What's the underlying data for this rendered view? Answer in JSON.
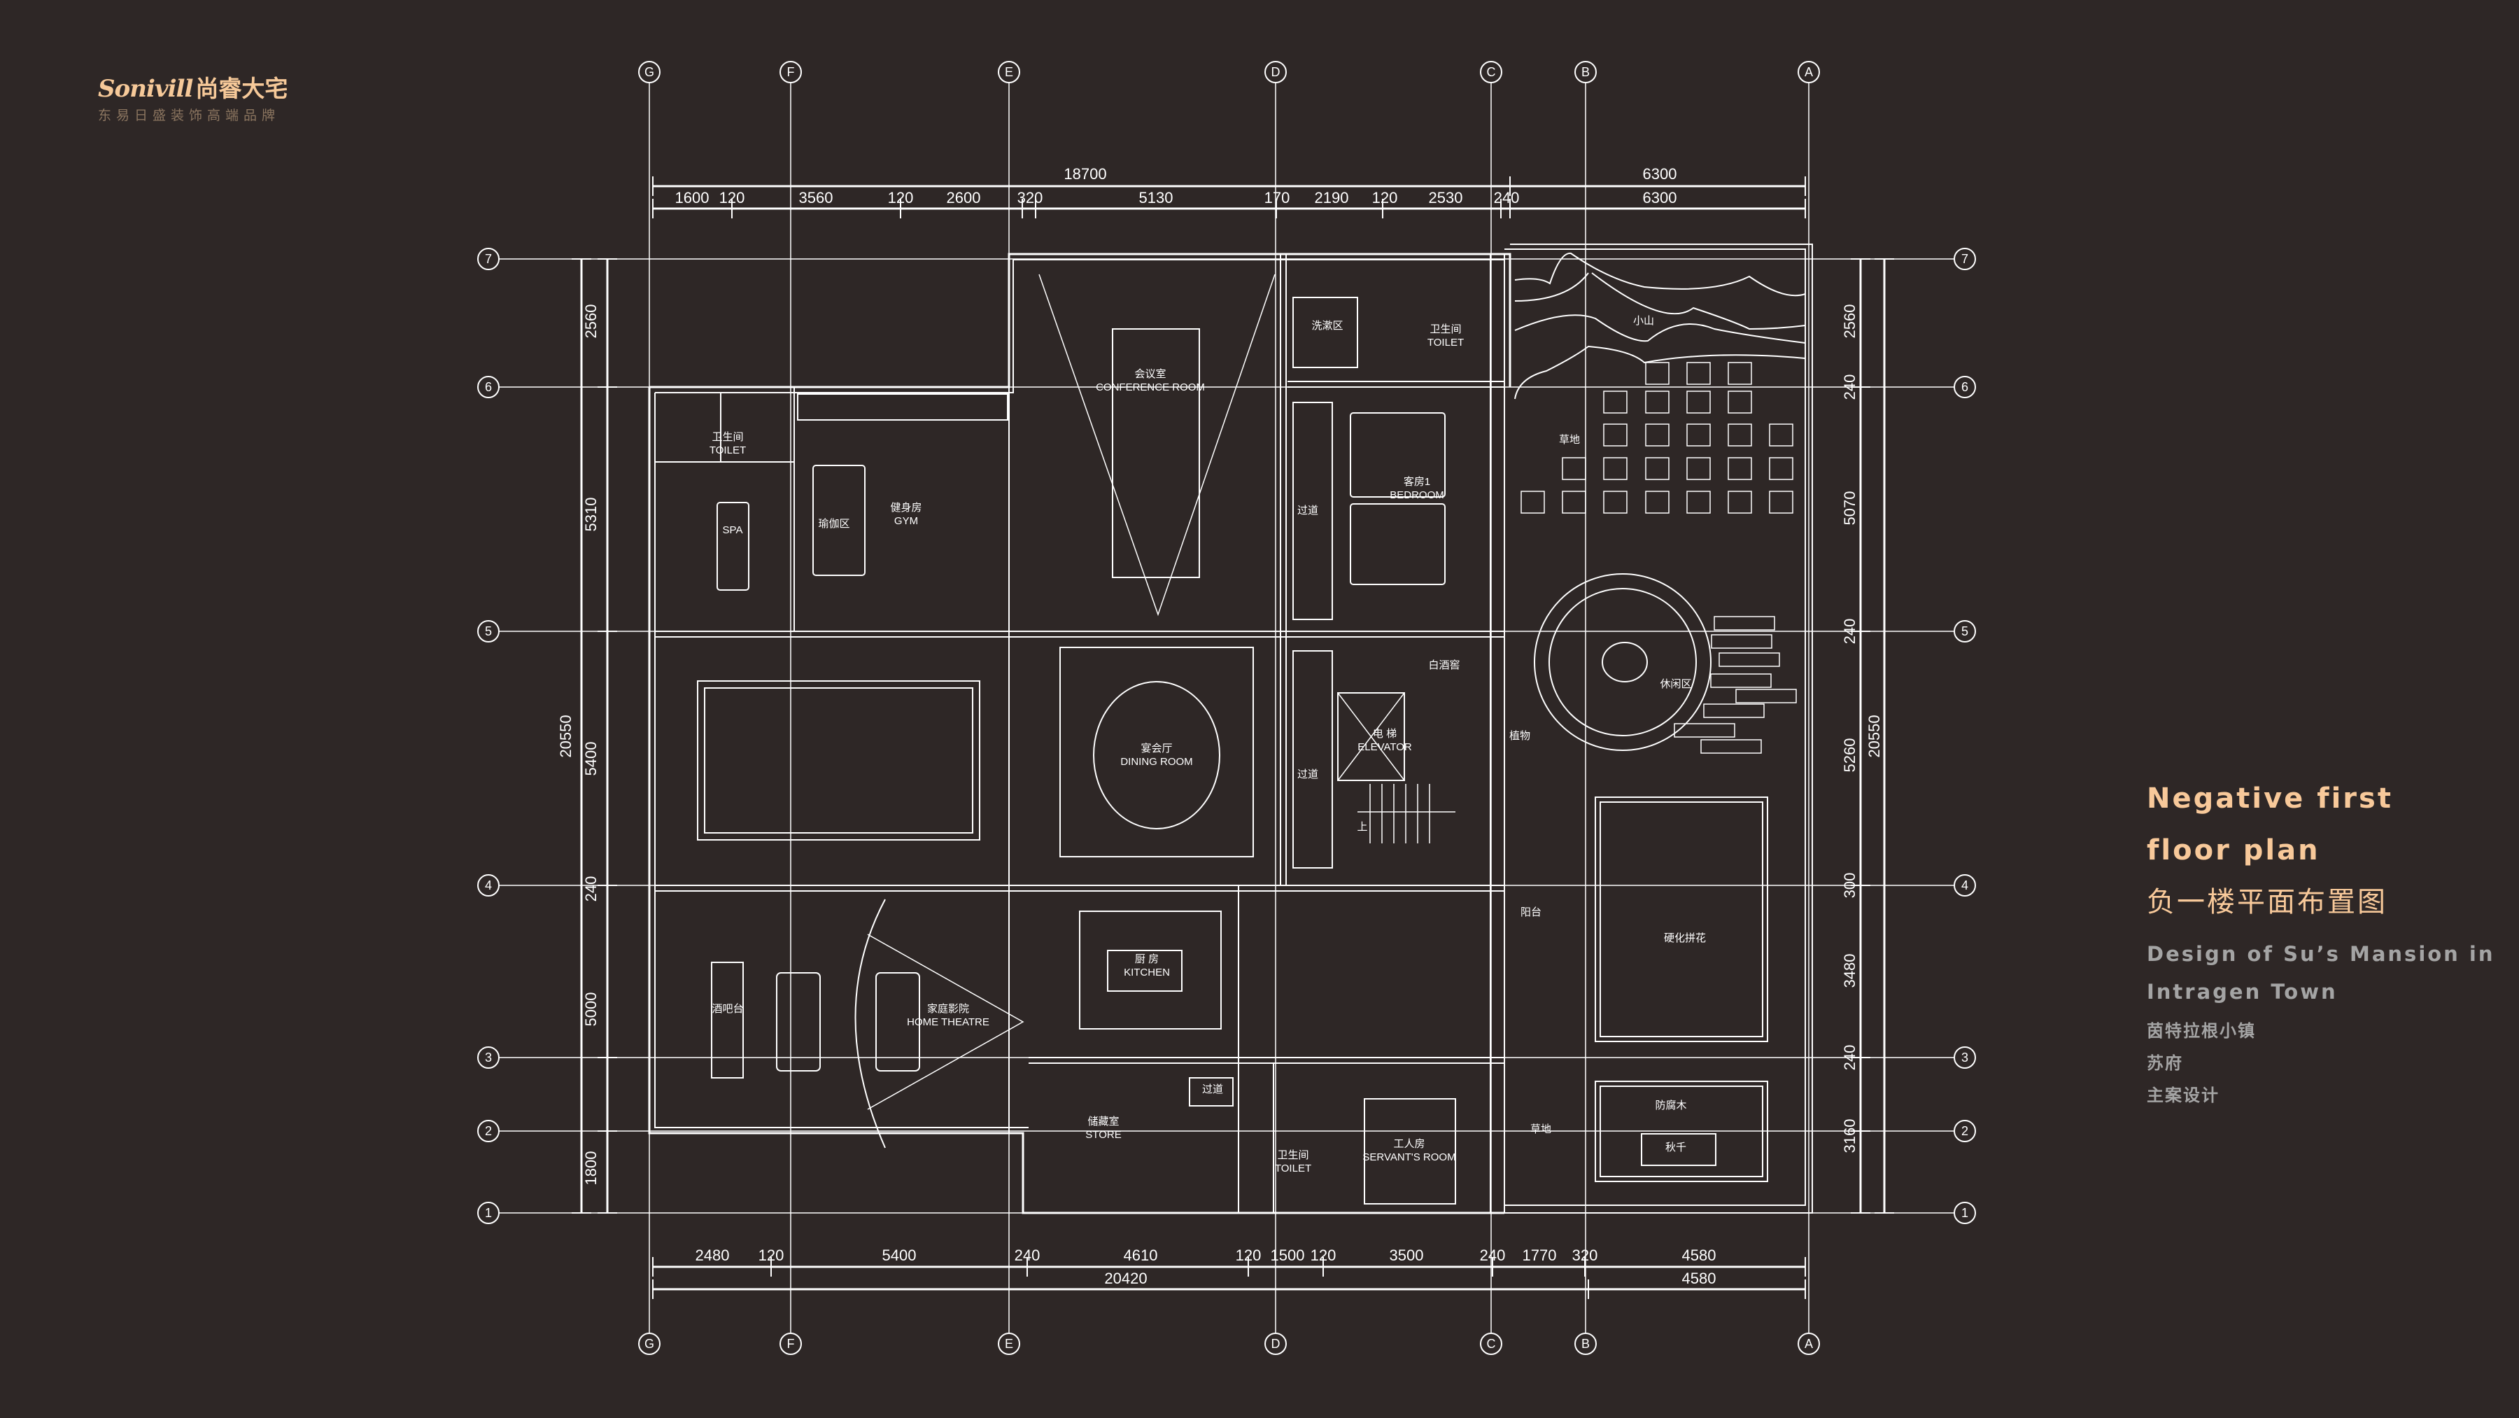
{
  "logo": {
    "brand": "Sonivill",
    "brand_cn": "尚睿大宅",
    "tagline": "东易日盛装饰高端品牌"
  },
  "panel": {
    "title_en_line1": "Negative first",
    "title_en_line2": "floor plan",
    "title_cn": "负一楼平面布置图",
    "project_en_line1": "Design of Su’s Mansion in",
    "project_en_line2": "Intragen Town",
    "location_cn": "茵特拉根小镇",
    "project_cn": "苏府",
    "role_cn": "主案设计"
  },
  "axes": {
    "vertical": [
      "G",
      "F",
      "E",
      "D",
      "C",
      "B",
      "A"
    ],
    "horizontal": [
      "7",
      "6",
      "5",
      "4",
      "3",
      "2",
      "1"
    ]
  },
  "dimensions": {
    "top_total": [
      "18700",
      "6300"
    ],
    "top_detail": [
      "1600",
      "120",
      "3560",
      "120",
      "2600",
      "320",
      "5130",
      "170",
      "2190",
      "120",
      "2530",
      "240",
      "6300"
    ],
    "bottom_detail": [
      "2480",
      "120",
      "5400",
      "240",
      "4610",
      "120",
      "1500",
      "120",
      "3500",
      "240",
      "1770",
      "320",
      "4580"
    ],
    "bottom_total": [
      "20420",
      "4580"
    ],
    "left_detail": [
      "2560",
      "5310",
      "5400",
      "240",
      "5000",
      "1800"
    ],
    "left_total": "20550",
    "right_detail": [
      "2560",
      "240",
      "5070",
      "240",
      "5260",
      "300",
      "3480",
      "240",
      "3160"
    ],
    "right_total": "20550"
  },
  "rooms": [
    {
      "cn": "卫生间",
      "en": "TOILET"
    },
    {
      "cn": "SPA",
      "en": ""
    },
    {
      "cn": "瑜伽区",
      "en": ""
    },
    {
      "cn": "健身房",
      "en": "GYM"
    },
    {
      "cn": "会议室",
      "en": "CONFERENCE ROOM"
    },
    {
      "cn": "洗漱区",
      "en": ""
    },
    {
      "cn": "卫生间",
      "en": "TOILET"
    },
    {
      "cn": "过道",
      "en": ""
    },
    {
      "cn": "客房1",
      "en": "BEDROOM"
    },
    {
      "cn": "小山",
      "en": ""
    },
    {
      "cn": "草地",
      "en": ""
    },
    {
      "cn": "休闲区",
      "en": ""
    },
    {
      "cn": "白酒窖",
      "en": ""
    },
    {
      "cn": "电 梯",
      "en": "ELEVATOR"
    },
    {
      "cn": "植物",
      "en": ""
    },
    {
      "cn": "宴会厅",
      "en": "DINING ROOM"
    },
    {
      "cn": "过道",
      "en": ""
    },
    {
      "cn": "上",
      "en": ""
    },
    {
      "cn": "阳台",
      "en": ""
    },
    {
      "cn": "硬化拼花",
      "en": ""
    },
    {
      "cn": "酒吧台",
      "en": ""
    },
    {
      "cn": "家庭影院",
      "en": "HOME THEATRE"
    },
    {
      "cn": "厨 房",
      "en": "KITCHEN"
    },
    {
      "cn": "过道",
      "en": ""
    },
    {
      "cn": "储藏室",
      "en": "STORE"
    },
    {
      "cn": "工人房",
      "en": "SERVANT'S ROOM"
    },
    {
      "cn": "卫生间",
      "en": "TOILET"
    },
    {
      "cn": "草地",
      "en": ""
    },
    {
      "cn": "防腐木",
      "en": ""
    },
    {
      "cn": "秋千",
      "en": ""
    }
  ],
  "colors": {
    "background": "#2e2726",
    "accent": "#f8c99a",
    "line": "#ffffff",
    "muted": "#a4a4a4"
  }
}
